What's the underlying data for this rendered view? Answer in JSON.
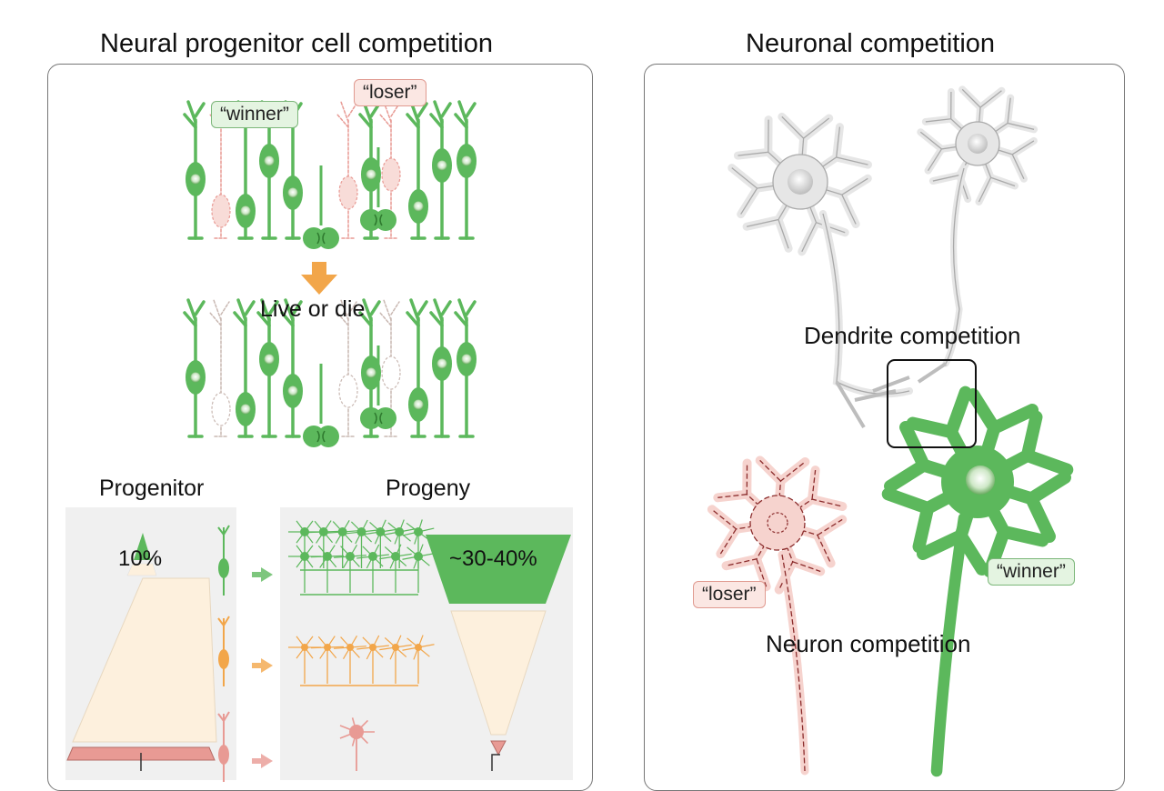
{
  "left_panel": {
    "title": "Neural progenitor cell competition",
    "winner_tag": "“winner”",
    "loser_tag": "“loser”",
    "process_label": "Live or die",
    "progenitor_label": "Progenitor",
    "progeny_label": "Progeny",
    "progenitor_percent": "10%",
    "progeny_percent": "~30-40%"
  },
  "right_panel": {
    "title": "Neuronal competition",
    "dendrite_label": "Dendrite competition",
    "neuron_label": "Neuron competition",
    "winner_tag": "“winner”",
    "loser_tag": "“loser”"
  },
  "colors": {
    "winner_green": "#5cb85c",
    "loser_pink": "#e89a94",
    "neutral_gray": "#d8d8d8",
    "orange": "#f2a64a",
    "cream": "#fdf0dd",
    "panel_bg": "#f2f2f2"
  }
}
